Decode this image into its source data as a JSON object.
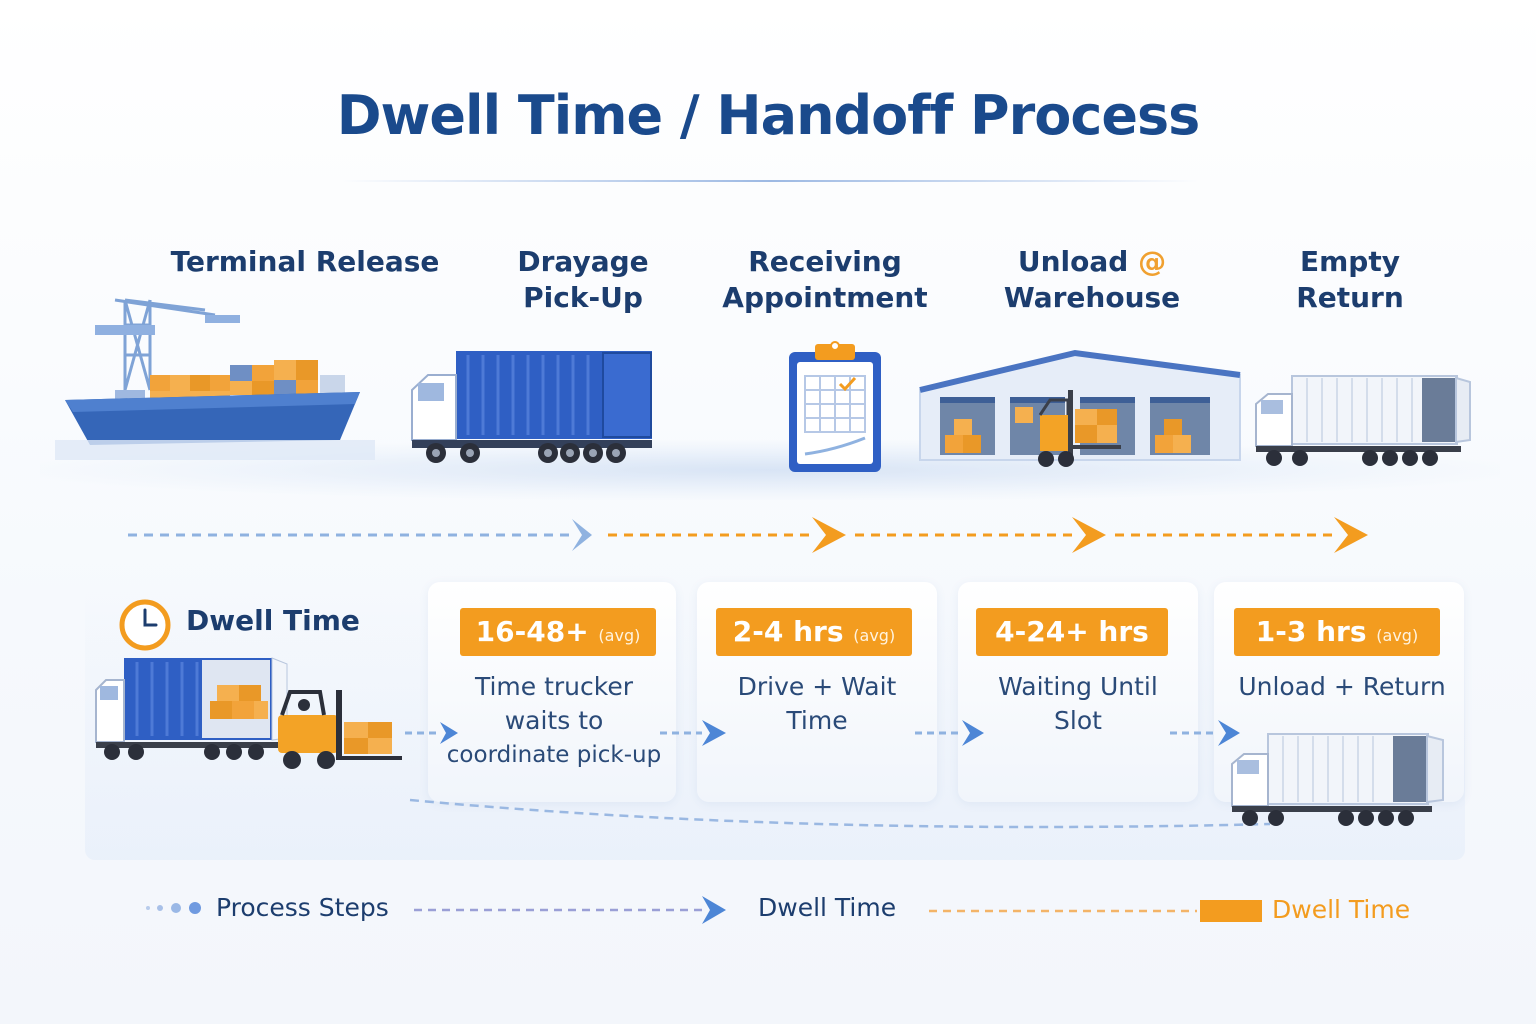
{
  "title": "Dwell Time / Handoff Process",
  "steps": [
    {
      "label_line1": "Terminal Release",
      "label_line2": ""
    },
    {
      "label_line1": "Drayage",
      "label_line2": "Pick-Up"
    },
    {
      "label_line1": "Receiving",
      "label_line2": "Appointment"
    },
    {
      "label_line1": "Unload",
      "label_at": "@",
      "label_line2": "Warehouse"
    },
    {
      "label_line1": "Empty",
      "label_line2": "Return"
    }
  ],
  "dwell_section": {
    "title": "Dwell Time",
    "stages": [
      {
        "value": "16-48+",
        "unit_note": "(avg)",
        "description_lines": [
          "Time trucker",
          "waits to",
          "coordinate pick-up"
        ]
      },
      {
        "value": "2-4 hrs",
        "unit_note": "(avg)",
        "description_lines": [
          "Drive + Wait",
          "Time"
        ]
      },
      {
        "value": "4-24+ hrs",
        "unit_note": "",
        "description_lines": [
          "Waiting Until",
          "Slot"
        ]
      },
      {
        "value": "1-3 hrs",
        "unit_note": "(avg)",
        "description_lines": [
          "Unload + Return"
        ]
      }
    ]
  },
  "legend": {
    "process_steps": "Process Steps",
    "dwell_time_dashed": "Dwell Time",
    "dwell_time_bar": "Dwell Time"
  },
  "colors": {
    "title_blue": "#1a4a8c",
    "accent_orange": "#f39c1f",
    "flow_blue": "#8fb2e0",
    "truck_blue": "#2f5fc4"
  }
}
